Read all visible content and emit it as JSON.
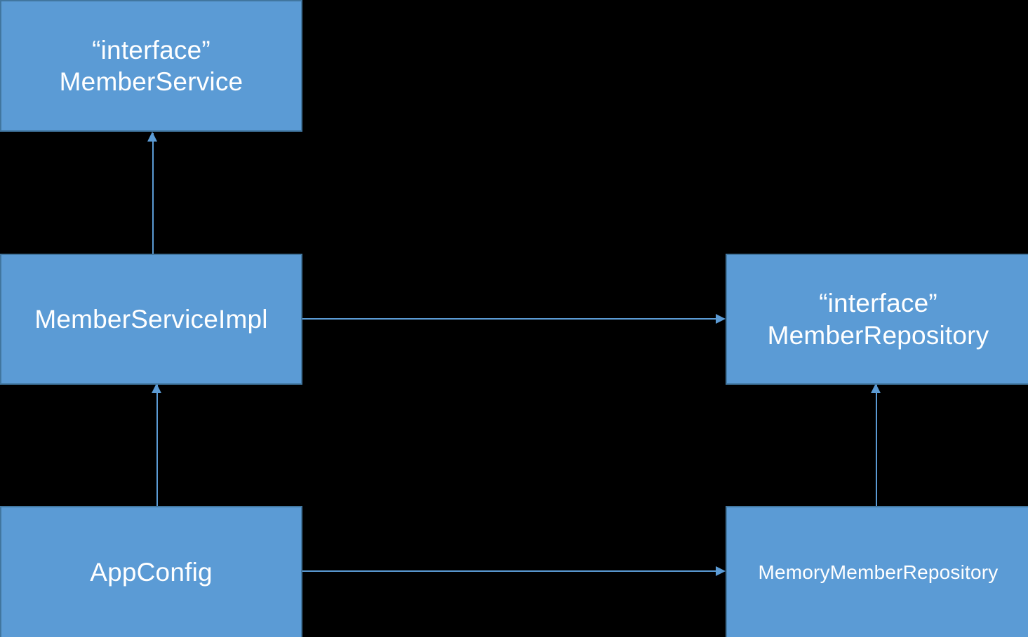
{
  "diagram": {
    "type": "uml-class-diagram",
    "background_color": "#000000",
    "node_fill_color": "#5B9BD5",
    "node_border_color": "#41769F",
    "node_text_color": "#FFFFFF",
    "connector_color": "#5B9BD5",
    "nodes": [
      {
        "id": "member-service",
        "stereotype": "“interface”",
        "name": "MemberService",
        "kind": "interface"
      },
      {
        "id": "member-service-impl",
        "stereotype": "",
        "name": "MemberServiceImpl",
        "kind": "class"
      },
      {
        "id": "app-config",
        "stereotype": "",
        "name": "AppConfig",
        "kind": "class"
      },
      {
        "id": "member-repository",
        "stereotype": "“interface”",
        "name": "MemberRepository",
        "kind": "interface"
      },
      {
        "id": "memory-member-repository",
        "stereotype": "",
        "name": "MemoryMemberRepository",
        "kind": "class"
      }
    ],
    "edges": [
      {
        "id": "impl-implements-service",
        "from": "MemberServiceImpl",
        "to": "MemberService",
        "relation": "implements",
        "direction": "up"
      },
      {
        "id": "appconfig-creates-impl",
        "from": "AppConfig",
        "to": "MemberServiceImpl",
        "relation": "creates",
        "direction": "up"
      },
      {
        "id": "impl-uses-repository",
        "from": "MemberServiceImpl",
        "to": "MemberRepository",
        "relation": "uses",
        "direction": "right"
      },
      {
        "id": "memory-implements-repository",
        "from": "MemoryMemberRepository",
        "to": "MemberRepository",
        "relation": "implements",
        "direction": "up"
      },
      {
        "id": "appconfig-creates-memory-repo",
        "from": "AppConfig",
        "to": "MemoryMemberRepository",
        "relation": "creates",
        "direction": "right"
      }
    ]
  }
}
